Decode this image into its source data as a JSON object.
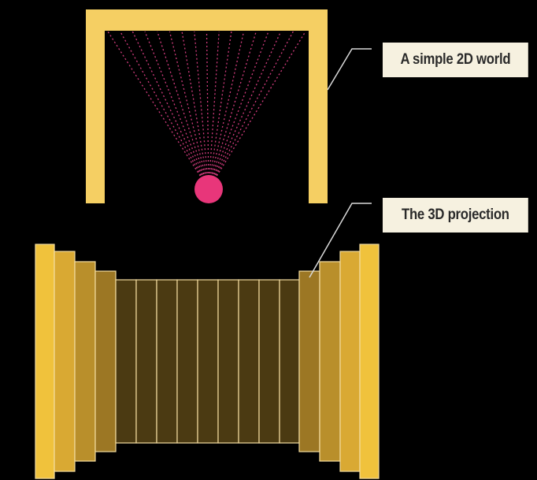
{
  "labels": {
    "world": "A simple 2D world",
    "projection": "The 3D projection"
  },
  "colors": {
    "background": "#000000",
    "wall": "#f5cf63",
    "player": "#e8367a",
    "ray": "#d13c7d",
    "label_bg": "#f6f1e0",
    "label_text": "#2a2a2a",
    "leader_line": "#d9d9d9"
  },
  "world": {
    "ray_count": 17,
    "walls": [
      "left",
      "top",
      "right"
    ],
    "player": "ray-origin"
  },
  "projection": {
    "strips": [
      {
        "side": "left",
        "shade": "#f0c23c"
      },
      {
        "side": "left",
        "shade": "#d9a933"
      },
      {
        "side": "left",
        "shade": "#b98f2b"
      },
      {
        "side": "left",
        "shade": "#9c7724"
      },
      {
        "side": "back",
        "shade": "#4b3a12"
      },
      {
        "side": "back",
        "shade": "#4b3a12"
      },
      {
        "side": "back",
        "shade": "#4b3a12"
      },
      {
        "side": "back",
        "shade": "#4b3a12"
      },
      {
        "side": "back",
        "shade": "#4b3a12"
      },
      {
        "side": "back",
        "shade": "#4b3a12"
      },
      {
        "side": "back",
        "shade": "#4b3a12"
      },
      {
        "side": "back",
        "shade": "#4b3a12"
      },
      {
        "side": "back",
        "shade": "#4b3a12"
      },
      {
        "side": "right",
        "shade": "#9c7724"
      },
      {
        "side": "right",
        "shade": "#b98f2b"
      },
      {
        "side": "right",
        "shade": "#d9a933"
      },
      {
        "side": "right",
        "shade": "#f0c23c"
      }
    ]
  }
}
